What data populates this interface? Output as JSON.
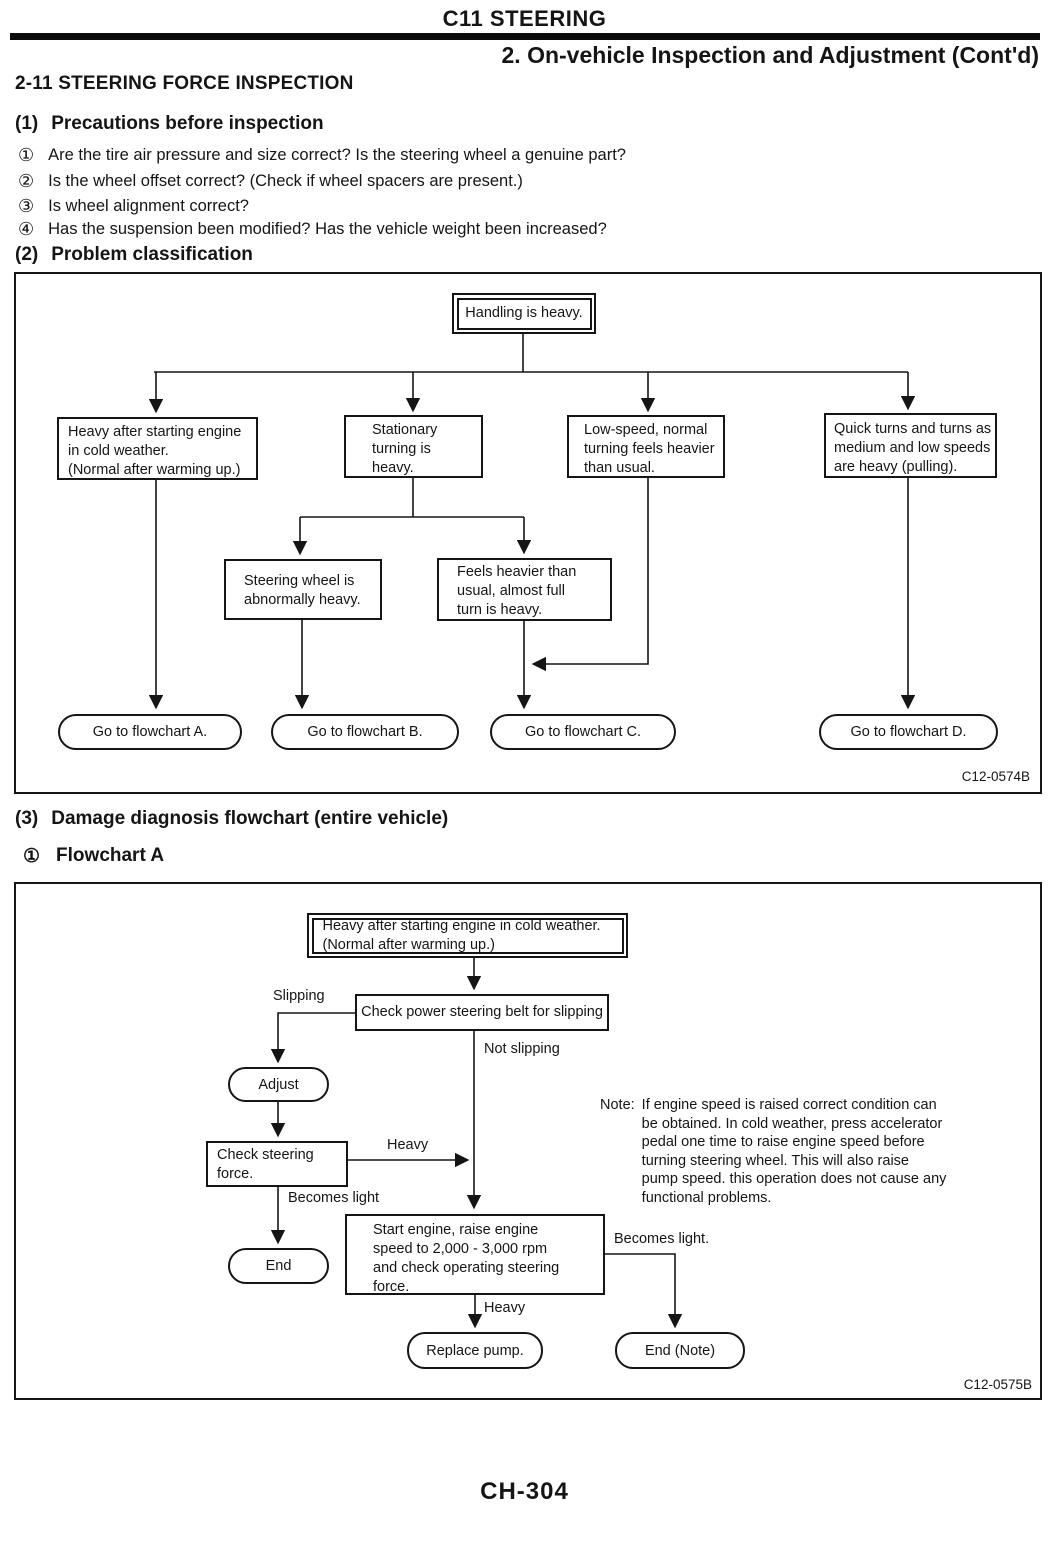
{
  "header": {
    "doc_title": "C11 STEERING",
    "chapter_title": "2. On-vehicle Inspection and Adjustment (Cont'd)",
    "section_title": "2-11 STEERING FORCE INSPECTION"
  },
  "precautions": {
    "heading_num": "(1)",
    "heading": "Precautions before inspection",
    "items": [
      {
        "bullet": "①",
        "text": "Are the tire air pressure and size correct? Is the steering wheel a genuine part?"
      },
      {
        "bullet": "②",
        "text": "Is the wheel offset correct? (Check if wheel spacers are present.)"
      },
      {
        "bullet": "③",
        "text": "Is wheel alignment correct?"
      },
      {
        "bullet": "④",
        "text": "Has the suspension been modified? Has the vehicle weight been increased?"
      }
    ]
  },
  "problem_classification": {
    "heading_num": "(2)",
    "heading": "Problem classification",
    "figure_code": "C12-0574B",
    "root": "Handling is heavy.",
    "branch_a": "Heavy after starting engine\nin cold weather.\n(Normal after warming up.)",
    "branch_b": "Stationary\nturning is\nheavy.",
    "branch_c": "Low-speed, normal\nturning feels heavier\nthan usual.",
    "branch_d": "Quick turns and turns as\nmedium and low speeds\nare heavy (pulling).",
    "sub_b1": "Steering wheel is\nabnormally heavy.",
    "sub_b2": "Feels heavier than\nusual, almost full\nturn is heavy.",
    "goto_a": "Go to flowchart A.",
    "goto_b": "Go to flowchart B.",
    "goto_c": "Go to flowchart C.",
    "goto_d": "Go to flowchart D."
  },
  "damage_diagnosis": {
    "heading_num": "(3)",
    "heading": "Damage diagnosis flowchart (entire vehicle)",
    "sub_num": "①",
    "sub_heading": "Flowchart A"
  },
  "flowchart_a": {
    "figure_code": "C12-0575B",
    "start": "Heavy after starting engine in cold weather.\n(Normal after warming up.)",
    "check_belt": "Check power steering belt for slipping",
    "label_slipping": "Slipping",
    "label_not_slipping": "Not slipping",
    "adjust": "Adjust",
    "check_force": "Check steering\nforce.",
    "label_heavy_1": "Heavy",
    "label_becomes_light_1": "Becomes light",
    "end_1": "End",
    "start_engine": "Start engine, raise engine\nspeed to 2,000 - 3,000 rpm\nand check operating steering\nforce.",
    "label_becomes_light_2": "Becomes light.",
    "label_heavy_2": "Heavy",
    "replace_pump": "Replace pump.",
    "end_note": "End (Note)",
    "note_label": "Note:",
    "note_text": "If engine speed is raised correct condition can\nbe obtained. In cold weather, press accelerator\npedal one time to raise engine speed before\nturning steering wheel. This will also raise\npump speed. this operation does not cause any\nfunctional problems."
  },
  "footer": {
    "page_number": "CH-304"
  }
}
